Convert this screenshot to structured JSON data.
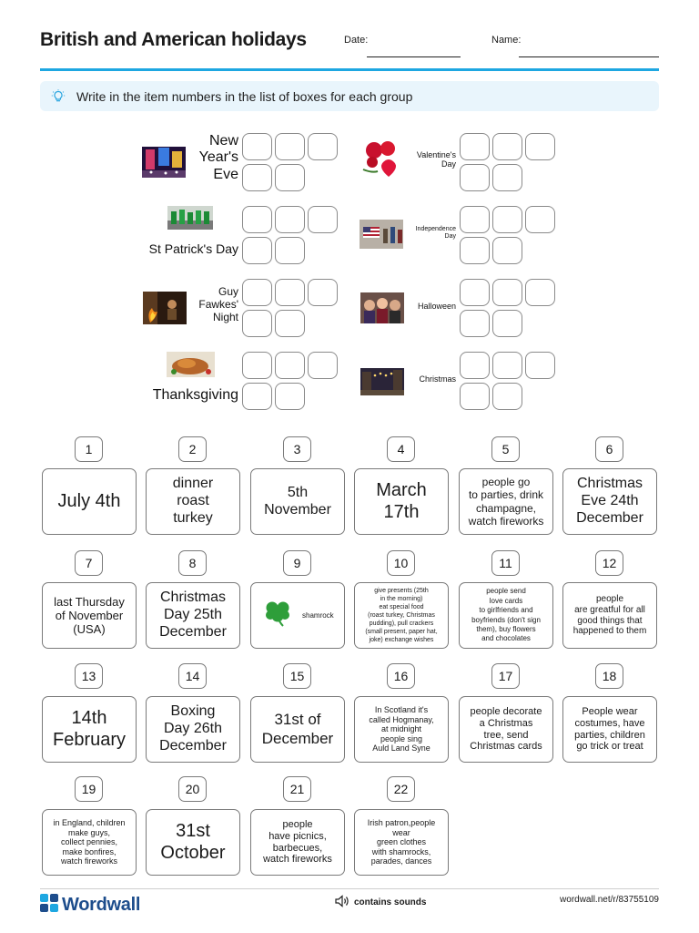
{
  "header": {
    "title": "British and American holidays",
    "date_label": "Date:",
    "name_label": "Name:"
  },
  "instruction": {
    "icon": "lightbulb-icon",
    "text": "Write in the item numbers in the list of boxes for each group"
  },
  "groups": [
    {
      "label": "New\nYear's\nEve",
      "image": "times-square-new-year-photo",
      "boxes": 5
    },
    {
      "label": "Valentine's\nDay",
      "image": "red-roses-photo",
      "boxes": 5
    },
    {
      "label": "St Patrick's Day",
      "image": "st-patricks-parade-photo",
      "boxes": 5
    },
    {
      "label": "Independence\nDay",
      "image": "independence-day-parade-photo",
      "boxes": 5
    },
    {
      "label": "Guy\nFawkes'\nNight",
      "image": "bonfire-night-photo",
      "boxes": 5
    },
    {
      "label": "Halloween",
      "image": "halloween-photo",
      "boxes": 5
    },
    {
      "label": "Thanksgiving",
      "image": "roast-turkey-photo",
      "boxes": 5
    },
    {
      "label": "Christmas",
      "image": "christmas-street-photo",
      "boxes": 5
    }
  ],
  "items": [
    {
      "num": "1",
      "text": "July 4th"
    },
    {
      "num": "2",
      "text": "dinner\nroast\nturkey"
    },
    {
      "num": "3",
      "text": "5th\nNovember"
    },
    {
      "num": "4",
      "text": "March\n17th"
    },
    {
      "num": "5",
      "text": "people go\nto parties, drink\nchampagne,\nwatch fireworks"
    },
    {
      "num": "6",
      "text": "Christmas\nEve 24th\nDecember"
    },
    {
      "num": "7",
      "text": "last Thursday\nof November\n(USA)"
    },
    {
      "num": "8",
      "text": "Christmas\nDay 25th\nDecember"
    },
    {
      "num": "9",
      "text": "shamrock",
      "icon": "shamrock-icon"
    },
    {
      "num": "10",
      "text": "give presents (25th\nin the morning)\neat special food\n(roast turkey, Christmas\npudding), pull crackers\n(small present, paper hat,\njoke) exchange wishes"
    },
    {
      "num": "11",
      "text": "people send\nlove cards\nto girlfriends and\nboyfriends (don't sign\nthem), buy flowers\nand chocolates"
    },
    {
      "num": "12",
      "text": "people\nare greatful for all\ngood things that\nhappened to them"
    },
    {
      "num": "13",
      "text": "14th\nFebruary"
    },
    {
      "num": "14",
      "text": "Boxing\nDay 26th\nDecember"
    },
    {
      "num": "15",
      "text": "31st of\nDecember"
    },
    {
      "num": "16",
      "text": "In Scotland it's\ncalled Hogmanay,\nat midnight\npeople sing\nAuld Land Syne"
    },
    {
      "num": "17",
      "text": "people decorate\na Christmas\ntree, send\nChristmas cards"
    },
    {
      "num": "18",
      "text": "People wear\ncostumes, have\nparties, children\ngo trick or treat"
    },
    {
      "num": "19",
      "text": "in England, children\nmake guys,\ncollect pennies,\nmake bonfires,\nwatch fireworks"
    },
    {
      "num": "20",
      "text": "31st\nOctober"
    },
    {
      "num": "21",
      "text": "people\nhave picnics,\nbarbecues,\nwatch fireworks"
    },
    {
      "num": "22",
      "text": "Irish patron,people\nwear\ngreen clothes\nwith shamrocks,\nparades, dances"
    }
  ],
  "footer": {
    "brand": "Wordwall",
    "sound_text": "contains sounds",
    "url": "wordwall.net/r/83755109"
  },
  "colors": {
    "accent_rule": "#1ea7e1",
    "instruction_bg": "#e9f5fc",
    "brand_blue": "#1d4d8c",
    "shamrock_green": "#2e9e3a"
  }
}
